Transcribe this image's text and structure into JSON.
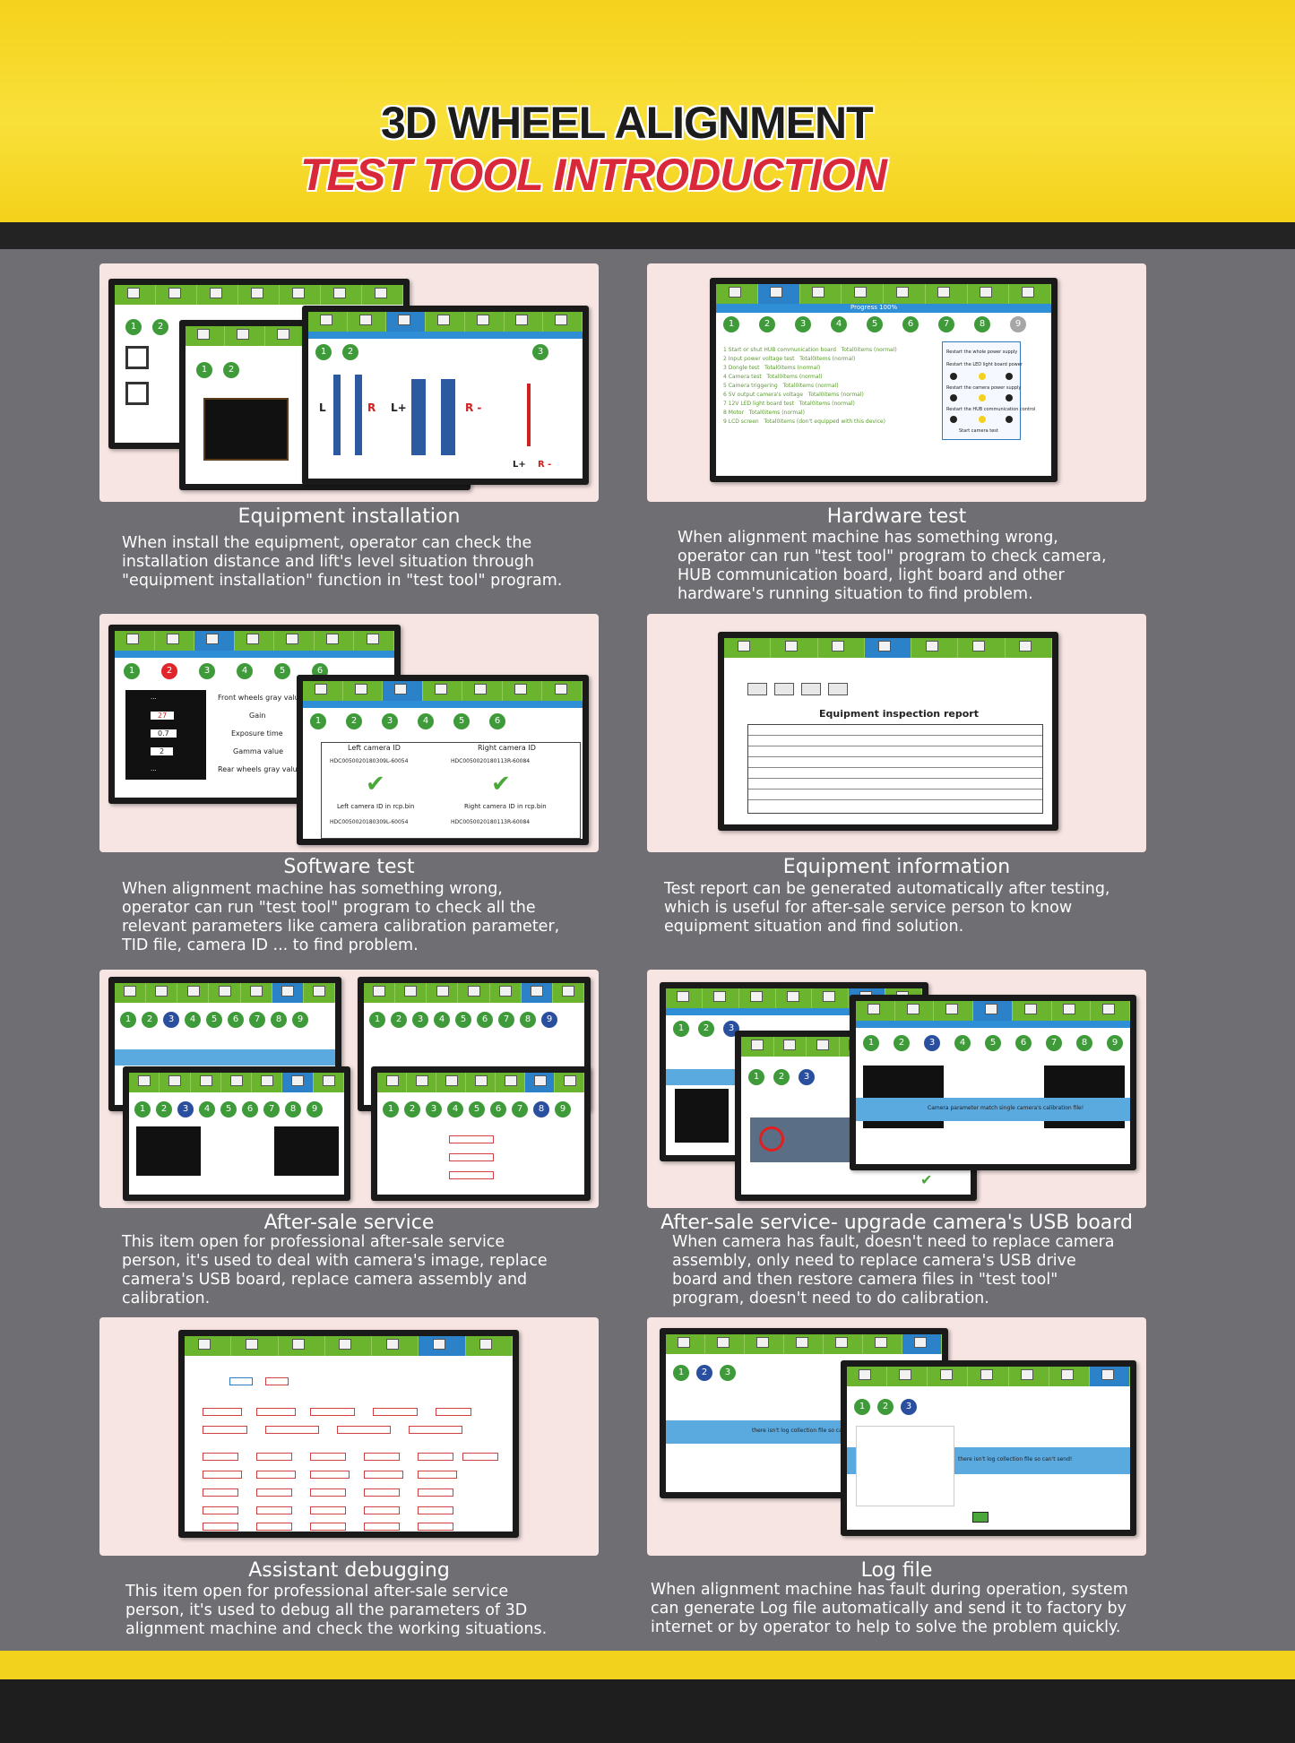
{
  "header": {
    "title_line1": "3D WHEEL ALIGNMENT",
    "title_line2": "TEST TOOL INTRODUCTION"
  },
  "sections": [
    {
      "caption": "Equipment installation",
      "description": "When install the equipment, operator can check the\ninstallation distance and lift's level situation through\n\"equipment installation\" function in \"test tool\" program."
    },
    {
      "caption": "Hardware test",
      "description": "When alignment machine has something wrong,\noperator can run \"test tool\" program to check camera,\nHUB communication board, light board and other\nhardware's running situation to find problem."
    },
    {
      "caption": "Software test",
      "description": "When alignment machine has something wrong,\noperator can run \"test tool\" program to check all the\nrelevant parameters like camera calibration parameter,\nTID file, camera ID ... to find problem."
    },
    {
      "caption": "Equipment information",
      "description": "Test report can be generated automatically after testing,\nwhich is useful for after-sale service person to know\nequipment situation and find solution."
    },
    {
      "caption": "After-sale service",
      "description": "This item open for professional after-sale service\nperson, it's used to deal with camera's image, replace\ncamera's USB board, replace camera assembly and\ncalibration."
    },
    {
      "caption": "After-sale service- upgrade camera's USB board",
      "description": "When camera has fault, doesn't need to replace camera\nassembly, only need to replace camera's USB drive\nboard and then restore camera files in \"test tool\"\nprogram, doesn't need to do calibration."
    },
    {
      "caption": "Assistant debugging",
      "description": "This item open for professional after-sale service\nperson, it's used to debug all the parameters of 3D\nalignment machine and check the working situations."
    },
    {
      "caption": "Log file",
      "description": "When alignment machine has fault during operation, system\ncan generate Log file automatically and send it to factory by\ninternet or by operator to help to solve the problem quickly."
    }
  ],
  "screens": {
    "progress": "Progress 100%",
    "install_L": "L",
    "install_R": "R",
    "install_Lplus": "L+",
    "install_Rminus": "R -",
    "hw_buttons": [
      "Restart the whole power supply",
      "Restart the LED light board power",
      "Restart the camera power supply",
      "Restart the HUB communication control",
      "Start camera test"
    ],
    "sw_labels": [
      "Front wheels gray value",
      "Gain",
      "Exposure time",
      "Gamma value",
      "Rear wheels gray value"
    ],
    "sw_values": [
      "...",
      "27",
      "0.7",
      "2",
      "..."
    ],
    "left_camera_id": "Left camera ID",
    "right_camera_id": "Right camera ID",
    "left_camera_rcp": "Left camera ID in rcp.bin",
    "right_camera_rcp": "Right camera ID in rcp.bin",
    "left_id_value": "HDC0050020180309L-60054",
    "right_id_value": "HDC0050020180113R-60084",
    "report_title": "Equipment inspection report",
    "usb_banner": "Camera parameter match single camera's calibration file!",
    "log_banner": "there isn't log collection file so can't send!"
  },
  "colors": {
    "header_yellow": "#f5d21c",
    "title_red": "#d8283a",
    "panel_bg": "#f7e5e3",
    "page_bg": "#6e6e73",
    "toolbar_green": "#6ab42e",
    "progress_blue": "#2f8fd6"
  }
}
